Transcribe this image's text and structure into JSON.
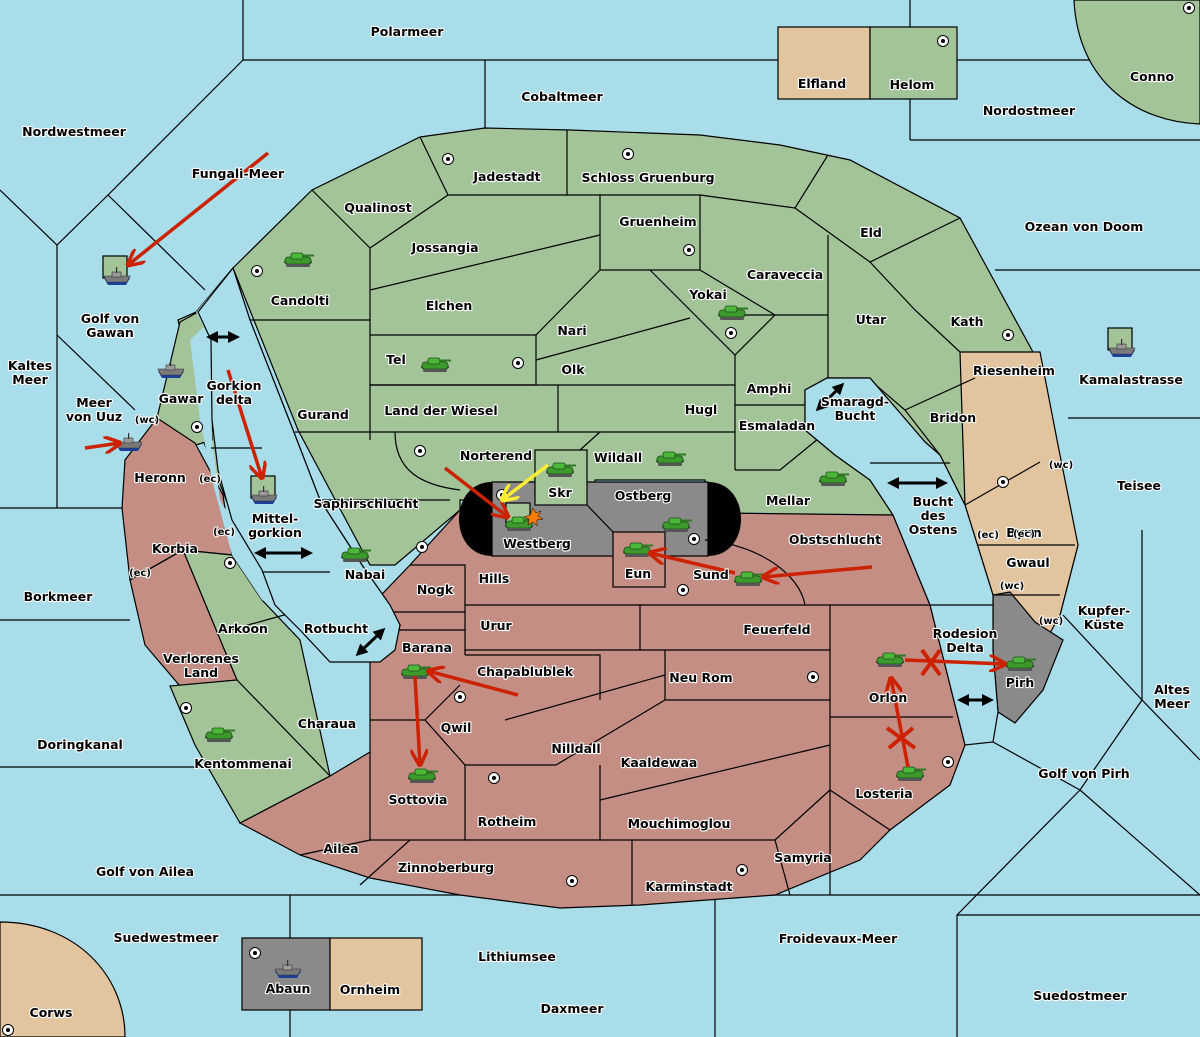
{
  "map": {
    "colors": {
      "sea": "#a8dde9",
      "power_green": "#a3c499",
      "power_red": "#c48e85",
      "power_tan": "#e2c59e",
      "power_grey": "#8a8a8a",
      "order_arrow": "#cc2200",
      "support_arrow": "#ffee33",
      "convoy_arrow": "#000000"
    },
    "sea_labels": [
      {
        "name": "Polarmeer"
      },
      {
        "name": "Cobaltmeer"
      },
      {
        "name": "Nordwestmeer"
      },
      {
        "name": "Fungali-Meer"
      },
      {
        "name": "Nordostmeer"
      },
      {
        "name": "Ozean von Doom"
      },
      {
        "name": "Golf von Gawan"
      },
      {
        "name": "Kaltes Meer"
      },
      {
        "name": "Meer von Uuz"
      },
      {
        "name": "Gorkion delta"
      },
      {
        "name": "Mittel-gorkion"
      },
      {
        "name": "Borkmeer"
      },
      {
        "name": "Rotbucht"
      },
      {
        "name": "Doringkanal"
      },
      {
        "name": "Golf von Ailea"
      },
      {
        "name": "Suedwestmeer"
      },
      {
        "name": "Lithiumsee"
      },
      {
        "name": "Daxmeer"
      },
      {
        "name": "Froidevaux-Meer"
      },
      {
        "name": "Suedostmeer"
      },
      {
        "name": "Golf von Pirh"
      },
      {
        "name": "Altes Meer"
      },
      {
        "name": "Kupfer-Küste"
      },
      {
        "name": "Teisee"
      },
      {
        "name": "Kamalastrasse"
      },
      {
        "name": "Smaragd-Bucht"
      },
      {
        "name": "Bucht des Ostens"
      },
      {
        "name": "Rodesion Delta"
      }
    ],
    "land_labels": [
      {
        "name": "Elfland",
        "owner": "tan"
      },
      {
        "name": "Helom",
        "owner": "green"
      },
      {
        "name": "Conno",
        "owner": "green"
      },
      {
        "name": "Jadestadt",
        "owner": "green"
      },
      {
        "name": "Schloss Gruenburg",
        "owner": "green"
      },
      {
        "name": "Qualinost",
        "owner": "green"
      },
      {
        "name": "Gruenheim",
        "owner": "green"
      },
      {
        "name": "Eld",
        "owner": "green"
      },
      {
        "name": "Jossangia",
        "owner": "green"
      },
      {
        "name": "Caraveccia",
        "owner": "green"
      },
      {
        "name": "Candolti",
        "owner": "green"
      },
      {
        "name": "Yokai",
        "owner": "green"
      },
      {
        "name": "Elchen",
        "owner": "green"
      },
      {
        "name": "Utar",
        "owner": "green"
      },
      {
        "name": "Kath",
        "owner": "green"
      },
      {
        "name": "Nari",
        "owner": "green"
      },
      {
        "name": "Tel",
        "owner": "green"
      },
      {
        "name": "Olk",
        "owner": "green"
      },
      {
        "name": "Amphi",
        "owner": "green"
      },
      {
        "name": "Riesenheim",
        "owner": "tan"
      },
      {
        "name": "Gawar",
        "owner": "green"
      },
      {
        "name": "Gurand",
        "owner": "green"
      },
      {
        "name": "Land der Wiesel",
        "owner": "green"
      },
      {
        "name": "Hugl",
        "owner": "green"
      },
      {
        "name": "Esmaladan",
        "owner": "green"
      },
      {
        "name": "Bridon",
        "owner": "green"
      },
      {
        "name": "Heronn",
        "owner": "red"
      },
      {
        "name": "Norterend",
        "owner": "green"
      },
      {
        "name": "Wildall",
        "owner": "green"
      },
      {
        "name": "Skr",
        "owner": "green"
      },
      {
        "name": "Ostberg",
        "owner": "grey"
      },
      {
        "name": "Mellar",
        "owner": "green"
      },
      {
        "name": "Saphirschlucht",
        "owner": "green"
      },
      {
        "name": "Westberg",
        "owner": "grey"
      },
      {
        "name": "Obstschlucht",
        "owner": "red"
      },
      {
        "name": "Bynn",
        "owner": "tan"
      },
      {
        "name": "Korbia",
        "owner": "red"
      },
      {
        "name": "Nabai",
        "owner": "green"
      },
      {
        "name": "Eun",
        "owner": "red"
      },
      {
        "name": "Sund",
        "owner": "red"
      },
      {
        "name": "Hills",
        "owner": "red"
      },
      {
        "name": "Gwaul",
        "owner": "tan"
      },
      {
        "name": "Nogk",
        "owner": "red"
      },
      {
        "name": "Urur",
        "owner": "red"
      },
      {
        "name": "Feuerfeld",
        "owner": "red"
      },
      {
        "name": "Arkoon",
        "owner": "green"
      },
      {
        "name": "Barana",
        "owner": "red"
      },
      {
        "name": "Chapablublek",
        "owner": "red"
      },
      {
        "name": "Neu Rom",
        "owner": "red"
      },
      {
        "name": "Verlorenes Land",
        "owner": "red"
      },
      {
        "name": "Orlon",
        "owner": "red"
      },
      {
        "name": "Pirh",
        "owner": "grey"
      },
      {
        "name": "Qwil",
        "owner": "red"
      },
      {
        "name": "Charaua",
        "owner": "green"
      },
      {
        "name": "Nilldall",
        "owner": "red"
      },
      {
        "name": "Kentommenai",
        "owner": "green"
      },
      {
        "name": "Kaaldewaa",
        "owner": "red"
      },
      {
        "name": "Losteria",
        "owner": "red"
      },
      {
        "name": "Sottovia",
        "owner": "red"
      },
      {
        "name": "Rotheim",
        "owner": "red"
      },
      {
        "name": "Mouchimoglou",
        "owner": "red"
      },
      {
        "name": "Ailea",
        "owner": "red"
      },
      {
        "name": "Samyria",
        "owner": "red"
      },
      {
        "name": "Zinnoberburg",
        "owner": "red"
      },
      {
        "name": "Karminstadt",
        "owner": "red"
      },
      {
        "name": "Abaun",
        "owner": "grey"
      },
      {
        "name": "Ornheim",
        "owner": "tan"
      },
      {
        "name": "Corws",
        "owner": "tan"
      }
    ],
    "coast_labels": [
      "(wc)",
      "(ec)",
      "(ec)",
      "(ec)",
      "(wc)",
      "(ec)",
      "(wc)",
      "(wc)",
      "(ec)"
    ],
    "units": [
      {
        "type": "fleet",
        "location": "Golf von Gawan",
        "dislodged": true
      },
      {
        "type": "army",
        "location": "Candolti"
      },
      {
        "type": "fleet",
        "location": "Gawar"
      },
      {
        "type": "fleet",
        "location": "Meer von Uuz"
      },
      {
        "type": "fleet",
        "location": "Mittelgorkion",
        "dislodged": true
      },
      {
        "type": "army",
        "location": "Tel"
      },
      {
        "type": "army",
        "location": "Yokai"
      },
      {
        "type": "fleet",
        "location": "Kamalastrasse",
        "dislodged": true
      },
      {
        "type": "army",
        "location": "Skr"
      },
      {
        "type": "army",
        "location": "Wildall"
      },
      {
        "type": "army",
        "location": "Westberg",
        "dislodged": true
      },
      {
        "type": "army",
        "location": "Mellar"
      },
      {
        "type": "army",
        "location": "Ostberg"
      },
      {
        "type": "army",
        "location": "Eun"
      },
      {
        "type": "army",
        "location": "Sund"
      },
      {
        "type": "army",
        "location": "Nabai"
      },
      {
        "type": "army",
        "location": "Barana"
      },
      {
        "type": "army",
        "location": "Sottovia"
      },
      {
        "type": "army",
        "location": "Kentommenai"
      },
      {
        "type": "army",
        "location": "Orlon"
      },
      {
        "type": "army",
        "location": "Pirh"
      },
      {
        "type": "army",
        "location": "Losteria"
      },
      {
        "type": "fleet",
        "location": "Abaun"
      }
    ],
    "orders": [
      {
        "kind": "move",
        "from": "Fungali-Meer",
        "to": "Golf von Gawan"
      },
      {
        "kind": "move",
        "from": "Gorkion delta",
        "to": "Mittelgorkion"
      },
      {
        "kind": "move",
        "from": "Meer von Uuz",
        "to": "Meer von Uuz",
        "note": "bounce"
      },
      {
        "kind": "move",
        "from": "Norterend",
        "to": "Westberg"
      },
      {
        "kind": "support",
        "from": "Skr",
        "to": "Westberg"
      },
      {
        "kind": "move",
        "from": "Sund",
        "to": "Eun"
      },
      {
        "kind": "move",
        "from": "Obstschlucht",
        "to": "Sund"
      },
      {
        "kind": "move",
        "from": "Chapablublek",
        "to": "Barana"
      },
      {
        "kind": "move",
        "from": "Barana",
        "to": "Sottovia"
      },
      {
        "kind": "move",
        "from": "Orlon",
        "to": "Pirh",
        "failed": true
      },
      {
        "kind": "move",
        "from": "Losteria",
        "to": "Orlon",
        "failed": true
      }
    ],
    "convoy_links": [
      {
        "between": [
          "Golf von Gawan",
          "Candolti"
        ]
      },
      {
        "between": [
          "Mittelgorkion",
          "Nabai"
        ]
      },
      {
        "between": [
          "Rotbucht",
          "Barana"
        ]
      },
      {
        "between": [
          "Smaragd-Bucht",
          "Esmaladan"
        ]
      },
      {
        "between": [
          "Bucht des Ostens",
          "Bridon"
        ]
      },
      {
        "between": [
          "Rodesion Delta",
          "Pirh"
        ]
      }
    ]
  }
}
